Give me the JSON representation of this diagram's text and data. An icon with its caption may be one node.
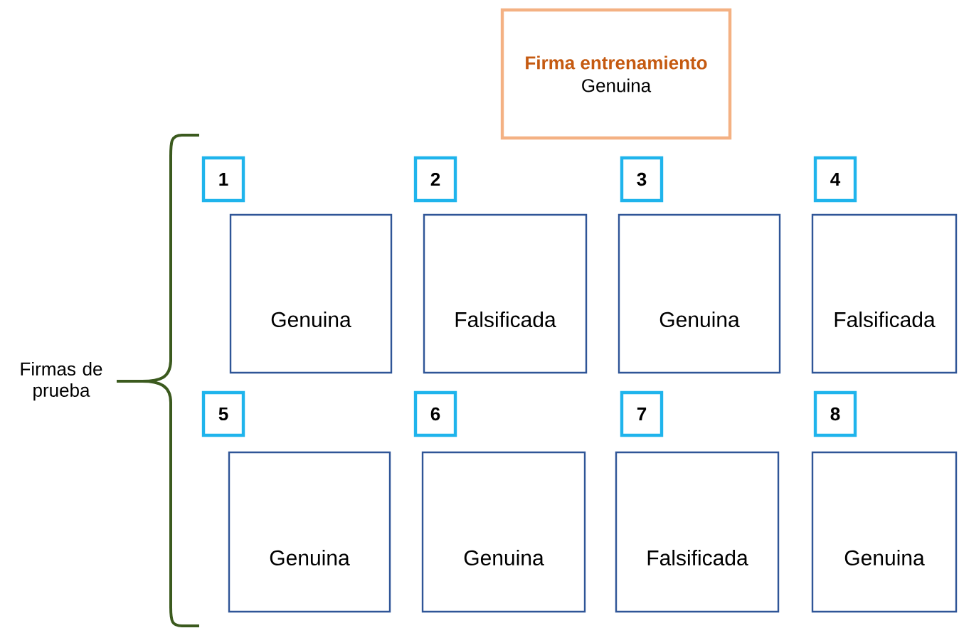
{
  "diagram": {
    "nodes": [
      {
        "text": [
          "Firma entrenamiento",
          "Genuina"
        ]
      },
      {
        "text": [
          "1"
        ]
      },
      {
        "text": [
          "2"
        ]
      },
      {
        "text": [
          "3"
        ]
      },
      {
        "text": [
          "4"
        ]
      },
      {
        "text": [
          "Genuina"
        ]
      },
      {
        "text": [
          "Falsificada"
        ]
      },
      {
        "text": [
          "Genuina"
        ]
      },
      {
        "text": [
          "Falsificada"
        ]
      },
      {
        "text": [
          "5"
        ]
      },
      {
        "text": [
          "6"
        ]
      },
      {
        "text": [
          "7"
        ]
      },
      {
        "text": [
          "8"
        ]
      },
      {
        "text": [
          "Genuina"
        ]
      },
      {
        "text": [
          "Genuina"
        ]
      },
      {
        "text": [
          "Falsificada"
        ]
      },
      {
        "text": [
          "Genuina"
        ]
      }
    ],
    "edges": [],
    "labels": [
      "Firmas de prueba"
    ]
  }
}
